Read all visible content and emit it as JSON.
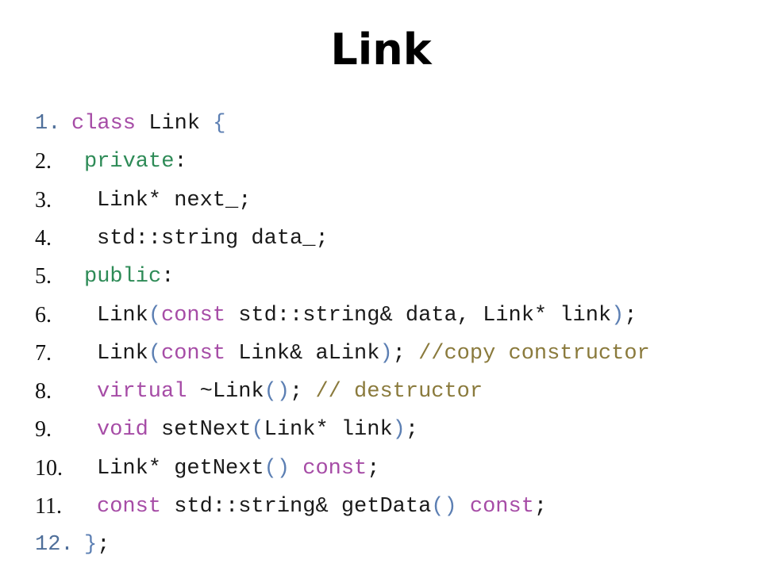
{
  "slide": {
    "title": "Link"
  },
  "code": [
    {
      "number": "1.",
      "mono_number": true,
      "indent": 90,
      "tokens": [
        {
          "t": "class ",
          "c": "kw"
        },
        {
          "t": "Link ",
          "c": "plain"
        },
        {
          "t": "{",
          "c": "pun"
        }
      ]
    },
    {
      "number": "2.",
      "mono_number": false,
      "indent": 106,
      "tokens": [
        {
          "t": "private",
          "c": "acc"
        },
        {
          "t": ":",
          "c": "plain"
        }
      ]
    },
    {
      "number": "3.",
      "mono_number": false,
      "indent": 122,
      "tokens": [
        {
          "t": "Link* next_;",
          "c": "plain"
        }
      ]
    },
    {
      "number": "4.",
      "mono_number": false,
      "indent": 122,
      "tokens": [
        {
          "t": "std::string data_;",
          "c": "plain"
        }
      ]
    },
    {
      "number": "5.",
      "mono_number": false,
      "indent": 106,
      "tokens": [
        {
          "t": "public",
          "c": "acc"
        },
        {
          "t": ":",
          "c": "plain"
        }
      ]
    },
    {
      "number": "6.",
      "mono_number": false,
      "indent": 122,
      "tokens": [
        {
          "t": "Link",
          "c": "plain"
        },
        {
          "t": "(",
          "c": "pun"
        },
        {
          "t": "const ",
          "c": "kw"
        },
        {
          "t": "std::string& data, Link* link",
          "c": "plain"
        },
        {
          "t": ")",
          "c": "pun"
        },
        {
          "t": ";",
          "c": "plain"
        }
      ]
    },
    {
      "number": "7.",
      "mono_number": false,
      "indent": 122,
      "tokens": [
        {
          "t": "Link",
          "c": "plain"
        },
        {
          "t": "(",
          "c": "pun"
        },
        {
          "t": "const ",
          "c": "kw"
        },
        {
          "t": "Link& aLink",
          "c": "plain"
        },
        {
          "t": ")",
          "c": "pun"
        },
        {
          "t": "; ",
          "c": "plain"
        },
        {
          "t": "//copy constructor",
          "c": "cmt"
        }
      ]
    },
    {
      "number": "8.",
      "mono_number": false,
      "indent": 122,
      "tokens": [
        {
          "t": "virtual ",
          "c": "kw"
        },
        {
          "t": "~Link",
          "c": "plain"
        },
        {
          "t": "()",
          "c": "pun"
        },
        {
          "t": "; ",
          "c": "plain"
        },
        {
          "t": "// destructor",
          "c": "cmt"
        }
      ]
    },
    {
      "number": "9.",
      "mono_number": false,
      "indent": 122,
      "tokens": [
        {
          "t": "void ",
          "c": "kw"
        },
        {
          "t": "setNext",
          "c": "plain"
        },
        {
          "t": "(",
          "c": "pun"
        },
        {
          "t": "Link* link",
          "c": "plain"
        },
        {
          "t": ")",
          "c": "pun"
        },
        {
          "t": ";",
          "c": "plain"
        }
      ]
    },
    {
      "number": "10.",
      "mono_number": false,
      "indent": 122,
      "tokens": [
        {
          "t": "Link* getNext",
          "c": "plain"
        },
        {
          "t": "() ",
          "c": "pun"
        },
        {
          "t": "const",
          "c": "kw"
        },
        {
          "t": ";",
          "c": "plain"
        }
      ]
    },
    {
      "number": "11.",
      "mono_number": false,
      "indent": 122,
      "tokens": [
        {
          "t": "const ",
          "c": "kw"
        },
        {
          "t": "std::string& getData",
          "c": "plain"
        },
        {
          "t": "() ",
          "c": "pun"
        },
        {
          "t": "const",
          "c": "kw"
        },
        {
          "t": ";",
          "c": "plain"
        }
      ]
    },
    {
      "number": "12.",
      "mono_number": true,
      "indent": 106,
      "tokens": [
        {
          "t": "}",
          "c": "pun"
        },
        {
          "t": ";",
          "c": "plain"
        }
      ]
    }
  ]
}
